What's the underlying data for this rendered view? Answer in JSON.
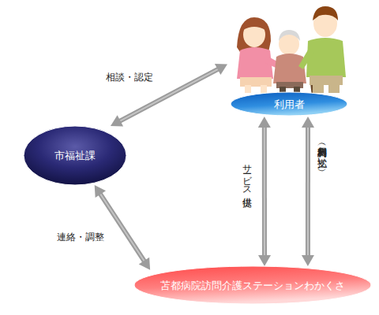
{
  "diagram": {
    "nodes": [
      {
        "text": [
          "利用者"
        ]
      },
      {
        "text": [
          "市福祉課"
        ]
      },
      {
        "text": [
          "苫都病院訪問介護ステーションわかくさ"
        ]
      }
    ],
    "edges": [
      {
        "from": 1,
        "to": 0,
        "arrow": "both",
        "label": "相談・認定"
      },
      {
        "from": 1,
        "to": 2,
        "arrow": "both",
        "label": "連絡・調整"
      },
      {
        "from": 2,
        "to": 0,
        "arrow": "both",
        "label": "サービス提供"
      },
      {
        "from": 2,
        "to": 0,
        "arrow": "both",
        "label": "契約（利用料お支払い）"
      }
    ]
  }
}
